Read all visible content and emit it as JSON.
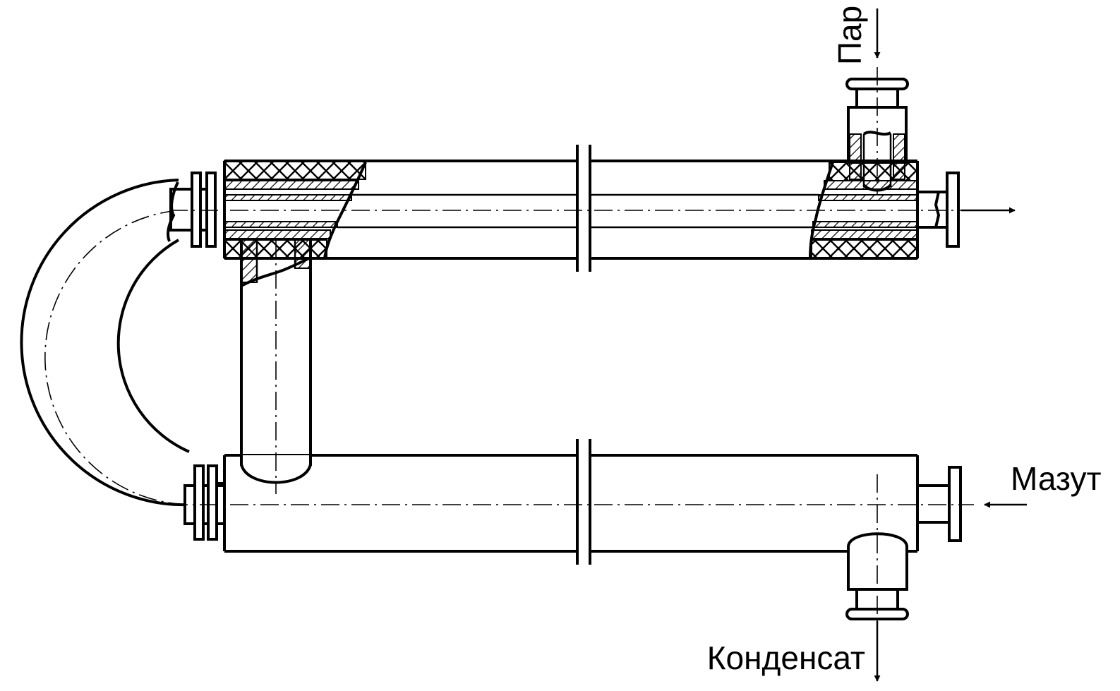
{
  "labels": {
    "steam": "Пар",
    "fuel_oil": "Мазут",
    "condensate": "Конденсат"
  }
}
